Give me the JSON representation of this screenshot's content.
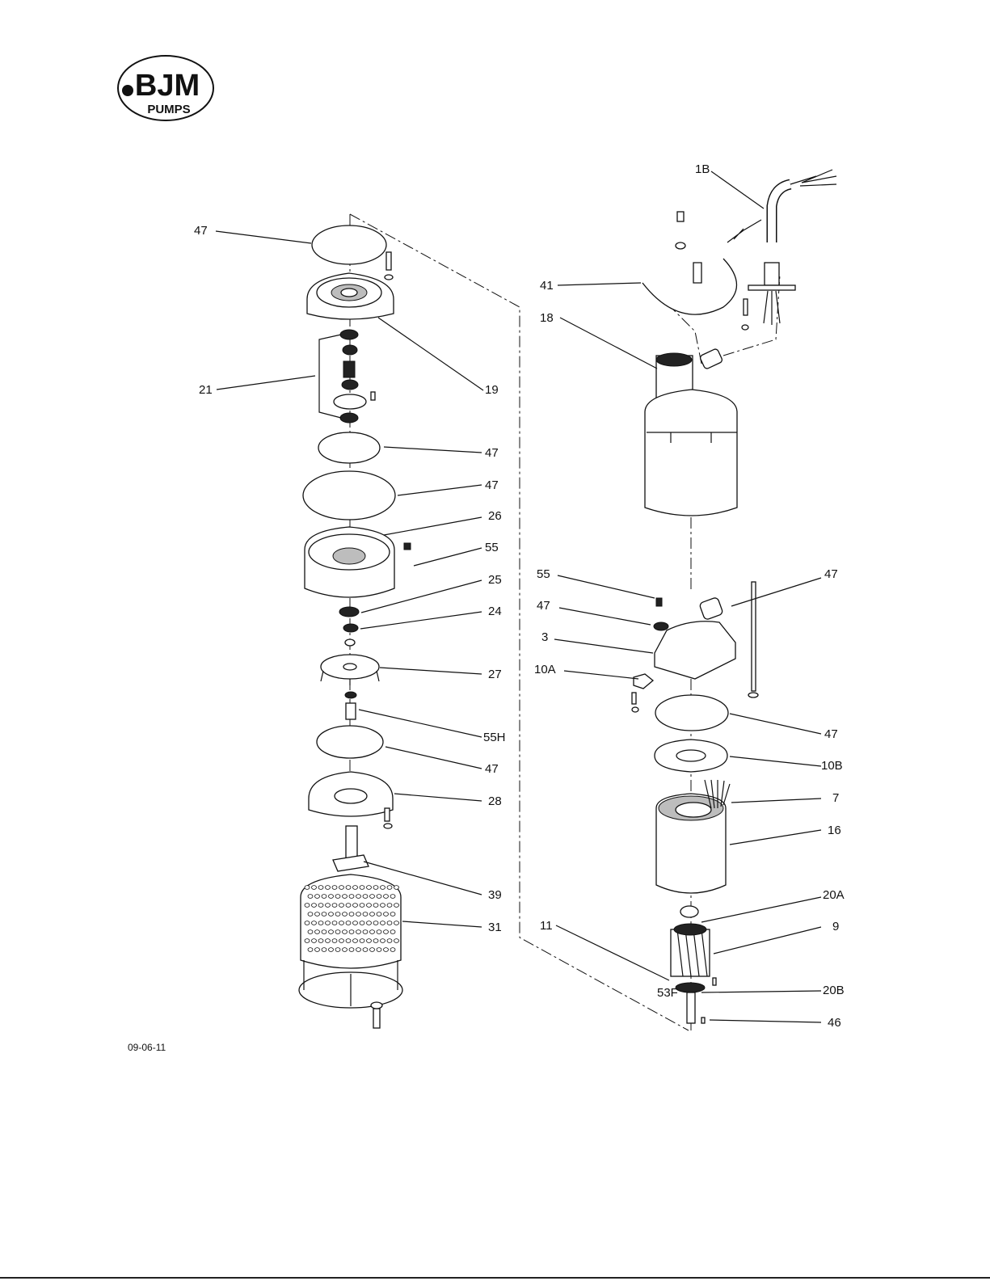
{
  "logo": {
    "line1": "BJM",
    "line2": "PUMPS"
  },
  "date_code": "09-06-11",
  "callouts": {
    "c47_top": "47",
    "c21": "21",
    "c19": "19",
    "c47_a": "47",
    "c47_b": "47",
    "c26": "26",
    "c55_left": "55",
    "c25": "25",
    "c24": "24",
    "c27": "27",
    "c55H": "55H",
    "c47_c": "47",
    "c28": "28",
    "c39": "39",
    "c31": "31",
    "c1B": "1B",
    "c41": "41",
    "c18": "18",
    "c55_right": "55",
    "c47_d": "47",
    "c47_e": "47",
    "c3": "3",
    "c10A": "10A",
    "c47_f": "47",
    "c10B": "10B",
    "c7": "7",
    "c16": "16",
    "c20A": "20A",
    "c11": "11",
    "c9": "9",
    "c53F": "53F",
    "c20B": "20B",
    "c46": "46"
  }
}
